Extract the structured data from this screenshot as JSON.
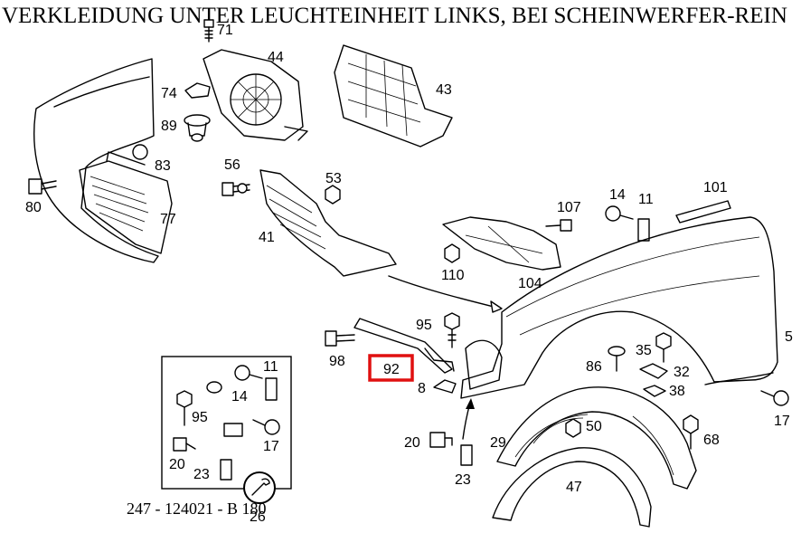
{
  "title": "VERKLEIDUNG UNTER LEUCHTEINHEIT LINKS, BEI SCHEINWERFER-REIN",
  "document_number": "247 - 124021 - B 180",
  "highlight_color": "#e01010",
  "highlighted_part": "92",
  "parts": {
    "p5": "5",
    "p8": "8",
    "p11": "11",
    "p11b": "11",
    "p14": "14",
    "p14b": "14",
    "p17": "17",
    "p17b": "17",
    "p20": "20",
    "p20b": "20",
    "p23": "23",
    "p23b": "23",
    "p26": "26",
    "p29": "29",
    "p32": "32",
    "p35": "35",
    "p38": "38",
    "p41": "41",
    "p43": "43",
    "p44": "44",
    "p47": "47",
    "p50": "50",
    "p53": "53",
    "p56": "56",
    "p68": "68",
    "p71": "71",
    "p74": "74",
    "p77": "77",
    "p80": "80",
    "p83": "83",
    "p86": "86",
    "p89": "89",
    "p92": "92",
    "p95": "95",
    "p95b": "95",
    "p98": "98",
    "p101": "101",
    "p104": "104",
    "p107": "107",
    "p110": "110"
  }
}
